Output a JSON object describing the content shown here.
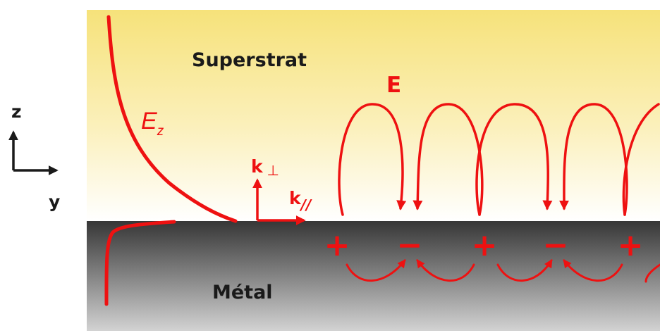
{
  "labels": {
    "superstrat": "Superstrat",
    "metal": "Métal",
    "field_E": "E",
    "ez_main": "E",
    "ez_sub": "z",
    "k_perp_main": "k",
    "k_perp_sym": "⊥",
    "k_par_main": "k",
    "k_par_sym": "//",
    "axis_z": "z",
    "axis_y": "y"
  },
  "charges": [
    "+",
    "−",
    "+",
    "−",
    "+"
  ],
  "colors": {
    "field_red": "#ee1111",
    "superstrat_top": "#f6e27a",
    "superstrat_bottom": "#ffffff",
    "metal_top": "#3a3a3a",
    "metal_bottom": "#d2d2d2",
    "text_dark": "#1a1a1a"
  }
}
